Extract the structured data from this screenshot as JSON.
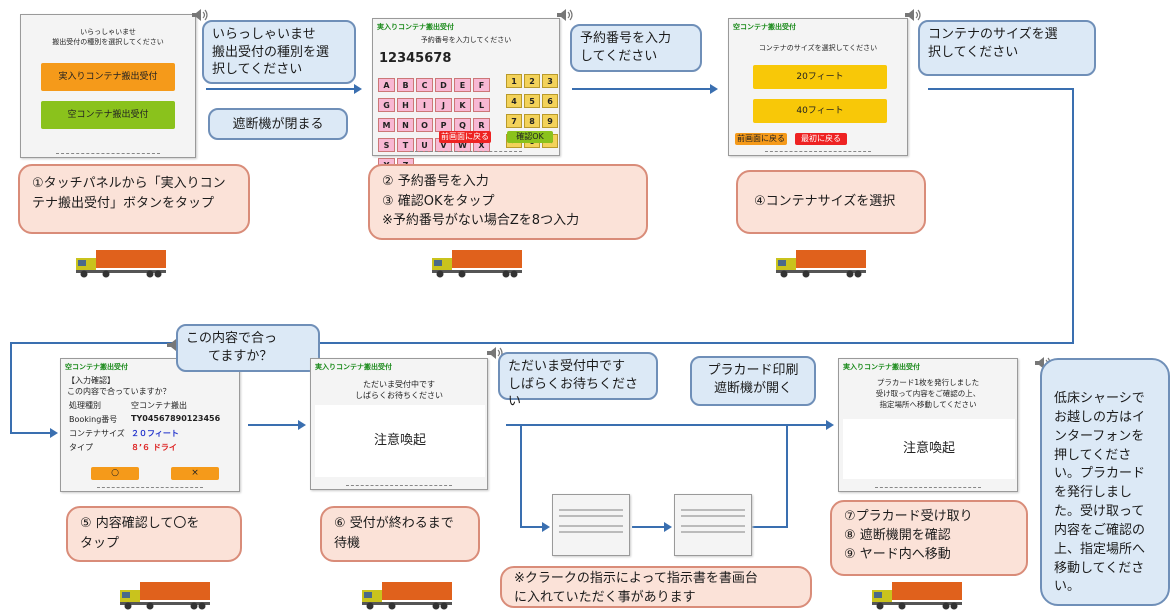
{
  "screens": {
    "s1": {
      "line1": "いらっしゃいませ",
      "line2": "搬出受付の種別を選択してください",
      "btn1": "実入りコンテナ搬出受付",
      "btn2": "空コンテナ搬出受付"
    },
    "s2": {
      "header": "実入りコンテナ搬出受付",
      "prompt": "予約番号を入力してください",
      "value": "12345678",
      "keys": [
        "A",
        "B",
        "C",
        "D",
        "E",
        "F",
        "G",
        "H",
        "I",
        "J",
        "K",
        "L",
        "M",
        "N",
        "O",
        "P",
        "Q",
        "R",
        "S",
        "T",
        "U",
        "V",
        "W",
        "X",
        "Y",
        "Z"
      ],
      "numkeys": [
        "1",
        "2",
        "3",
        "4",
        "5",
        "6",
        "7",
        "8",
        "9",
        "←",
        "0",
        "→"
      ],
      "back": "前画面に戻る",
      "ok": "確認OK"
    },
    "s3": {
      "header": "空コンテナ搬出受付",
      "prompt": "コンテナのサイズを選択してください",
      "size20": "20フィート",
      "size40": "40フィート",
      "back": "前画面に戻る",
      "cancel": "最初に戻る"
    },
    "s4": {
      "header": "空コンテナ搬出受付",
      "title": "【入力確認】",
      "question": "この内容で合っていますか？",
      "rows": [
        {
          "label": "処理種別",
          "value": "空コンテナ搬出"
        },
        {
          "label": "Booking番号",
          "value": "TY04567890123456"
        },
        {
          "label": "コンテナサイズ",
          "value": "２０フィート"
        },
        {
          "label": "タイプ",
          "value": "８’６ ドライ"
        }
      ],
      "ok": "○",
      "ng": "×"
    },
    "s5": {
      "header": "実入りコンテナ搬出受付",
      "line1": "ただいま受付中です",
      "line2": "しばらくお待ちください",
      "notice": "注意喚起"
    },
    "s6": {
      "header": "実入りコンテナ搬出受付",
      "line1": "プラカード1枚を発行しました",
      "line2": "受け取って内容をご確認の上、",
      "line3": "指定場所へ移動してください",
      "notice": "注意喚起"
    }
  },
  "voice": {
    "v1": [
      "いらっしゃいませ",
      "搬出受付の種別を選",
      "択してください"
    ],
    "v2": [
      "予約番号を入力",
      "してください"
    ],
    "v3": [
      "コンテナのサイズを選",
      "択してください"
    ],
    "v4": [
      "この内容で合っ",
      "てますか？"
    ],
    "v5": [
      "ただいま受付中です",
      "しばらくお待ちください"
    ],
    "v6": [
      "プラカード印刷",
      "遮断機が開く"
    ],
    "v7": [
      "低床シャーシでお越しの方はインターフォンを押してください。プラカードを発行しました。受け取って内容をご確認の上、指定場所へ移動してください。"
    ]
  },
  "gate_close": "遮断機が閉まる",
  "steps": {
    "step1": [
      "①タッチパネルから「実入りコン",
      "テナ搬出受付」ボタンをタップ"
    ],
    "step2": [
      "② 予約番号を入力",
      "③ 確認OKをタップ",
      "※予約番号がない場合Zを8つ入力"
    ],
    "step3": [
      "④コンテナサイズを選択"
    ],
    "step4": [
      "⑤ 内容確認して〇を",
      "タップ"
    ],
    "step5": [
      "⑥ 受付が終わるまで",
      "待機"
    ],
    "step6": [
      "⑦プラカード受け取り",
      "⑧ 遮断機開を確認",
      "⑨ ヤード内へ移動"
    ]
  },
  "clerk_note": [
    "※クラークの指示によって指示書を書画台",
    "に入れていただく事があります"
  ],
  "colors": {
    "truck_body": "#e0611c",
    "truck_cab": "#c9c31d",
    "arrow": "#3a6fb0",
    "bubble_blue": "#dce9f6",
    "bubble_pink": "#fbe2d8",
    "green_header": "#1a8a1a"
  }
}
